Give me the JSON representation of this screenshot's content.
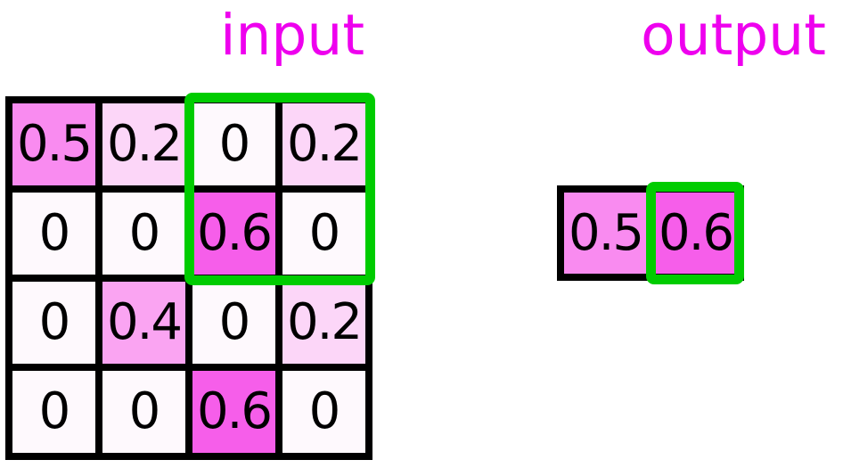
{
  "titles": {
    "input": "input",
    "output": "output"
  },
  "colors": {
    "title_text": "#EE00EE",
    "cell_text": "#000000",
    "grid_line": "#000000",
    "highlight_green": "#00CC00",
    "background": "#FFFFFF",
    "value_color_map": {
      "0": "#FEF9FD",
      "0.2": "#FCD6F8",
      "0.4": "#FAA4F2",
      "0.5": "#F98BF0",
      "0.6": "#F65EEA"
    }
  },
  "input_grid": {
    "rows": [
      [
        {
          "label": "0.5",
          "value": 0.5,
          "color": "#F98BF0"
        },
        {
          "label": "0.2",
          "value": 0.2,
          "color": "#FCD6F8"
        },
        {
          "label": "0",
          "value": 0,
          "color": "#FEF9FD"
        },
        {
          "label": "0.2",
          "value": 0.2,
          "color": "#FCD6F8"
        }
      ],
      [
        {
          "label": "0",
          "value": 0,
          "color": "#FEF9FD"
        },
        {
          "label": "0",
          "value": 0,
          "color": "#FEF9FD"
        },
        {
          "label": "0.6",
          "value": 0.6,
          "color": "#F65EEA"
        },
        {
          "label": "0",
          "value": 0,
          "color": "#FEF9FD"
        }
      ],
      [
        {
          "label": "0",
          "value": 0,
          "color": "#FEF9FD"
        },
        {
          "label": "0.4",
          "value": 0.4,
          "color": "#FAA4F2"
        },
        {
          "label": "0",
          "value": 0,
          "color": "#FEF9FD"
        },
        {
          "label": "0.2",
          "value": 0.2,
          "color": "#FCD6F8"
        }
      ],
      [
        {
          "label": "0",
          "value": 0,
          "color": "#FEF9FD"
        },
        {
          "label": "0",
          "value": 0,
          "color": "#FEF9FD"
        },
        {
          "label": "0.6",
          "value": 0.6,
          "color": "#F65EEA"
        },
        {
          "label": "0",
          "value": 0,
          "color": "#FEF9FD"
        }
      ]
    ],
    "highlight_region": {
      "rows": [
        0,
        1
      ],
      "cols": [
        2,
        3
      ]
    }
  },
  "output_grid": {
    "cells": [
      {
        "label": "0.5",
        "value": 0.5,
        "color": "#F98BF0",
        "highlighted": false
      },
      {
        "label": "0.6",
        "value": 0.6,
        "color": "#F65EEA",
        "highlighted": true
      }
    ]
  }
}
